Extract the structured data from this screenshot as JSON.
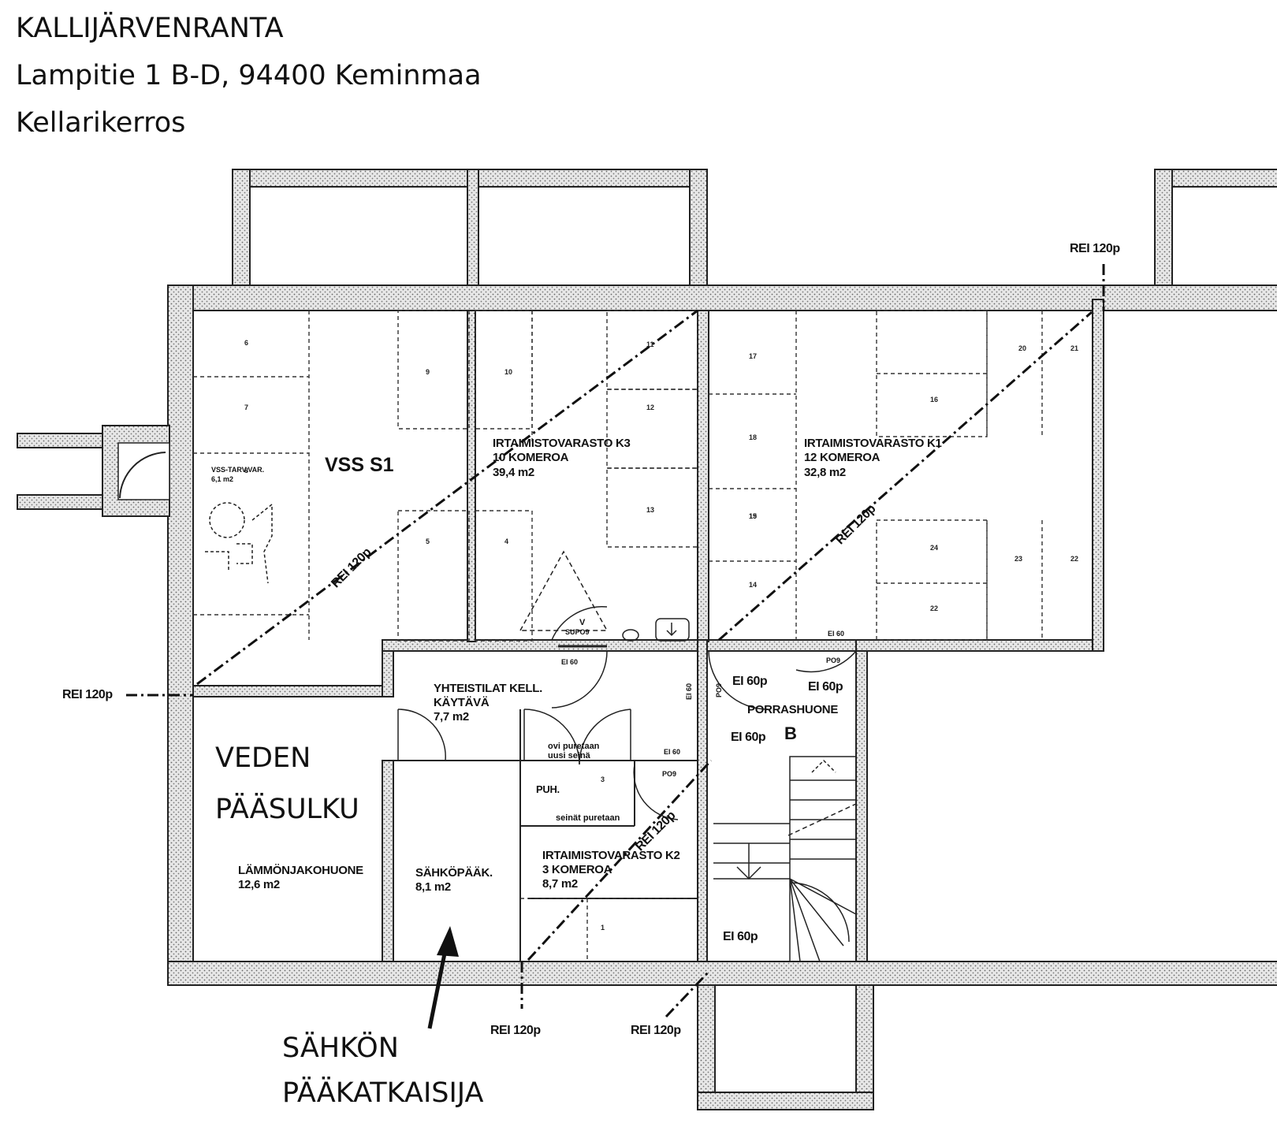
{
  "header": {
    "line1": "KALLIJÄRVENRANTA",
    "line2": "Lampitie 1 B-D, 94400 Keminmaa",
    "line3": "Kellarikerros"
  },
  "rooms": {
    "vss_tarv": "VSS-TARV.VAR.",
    "vss_tarv_area": "6,1 m2",
    "vss_s1": "VSS S1",
    "k3_name": "IRTAIMISTOVARASTO K3",
    "k3_count": "10 KOMEROA",
    "k3_area": "39,4 m2",
    "k1_name": "IRTAIMISTOVARASTO K1",
    "k1_count": "12 KOMEROA",
    "k1_area": "32,8 m2",
    "corridor_name": "YHTEISTILAT KELL.",
    "corridor_sub": "KÄYTÄVÄ",
    "corridor_area": "7,7 m2",
    "stair_name": "PORRASHUONE",
    "stair_letter": "B",
    "heat_name": "LÄMMÖNJAKOHUONE",
    "heat_area": "12,6 m2",
    "elec_name": "SÄHKÖPÄÄK.",
    "elec_area": "8,1 m2",
    "k2_name": "IRTAIMISTOVARASTO K2",
    "k2_count": "3 KOMEROA",
    "k2_area": "8,7 m2",
    "puh": "PUH.",
    "wall_note1": "ovi puretaan",
    "wall_note2": "uusi seinä",
    "wall_note3": "seinät puretaan"
  },
  "annotations": {
    "water": "VEDEN",
    "water2": "PÄÄSULKU",
    "elec1": "SÄHKÖN",
    "elec2": "PÄÄKATKAISIJA"
  },
  "fire_ratings": {
    "rei": "REI 120p",
    "ei": "EI 60p"
  },
  "tags": {
    "ei60": "EI 60",
    "po9": "PO9",
    "v": "V",
    "supo9": "SUPO9"
  },
  "lockers": [
    "6",
    "7",
    "8",
    "9",
    "10",
    "11",
    "12",
    "13",
    "4",
    "5",
    "17",
    "18",
    "19",
    "20",
    "21",
    "16",
    "15",
    "14",
    "24",
    "23",
    "22",
    "22",
    "3",
    "1"
  ]
}
